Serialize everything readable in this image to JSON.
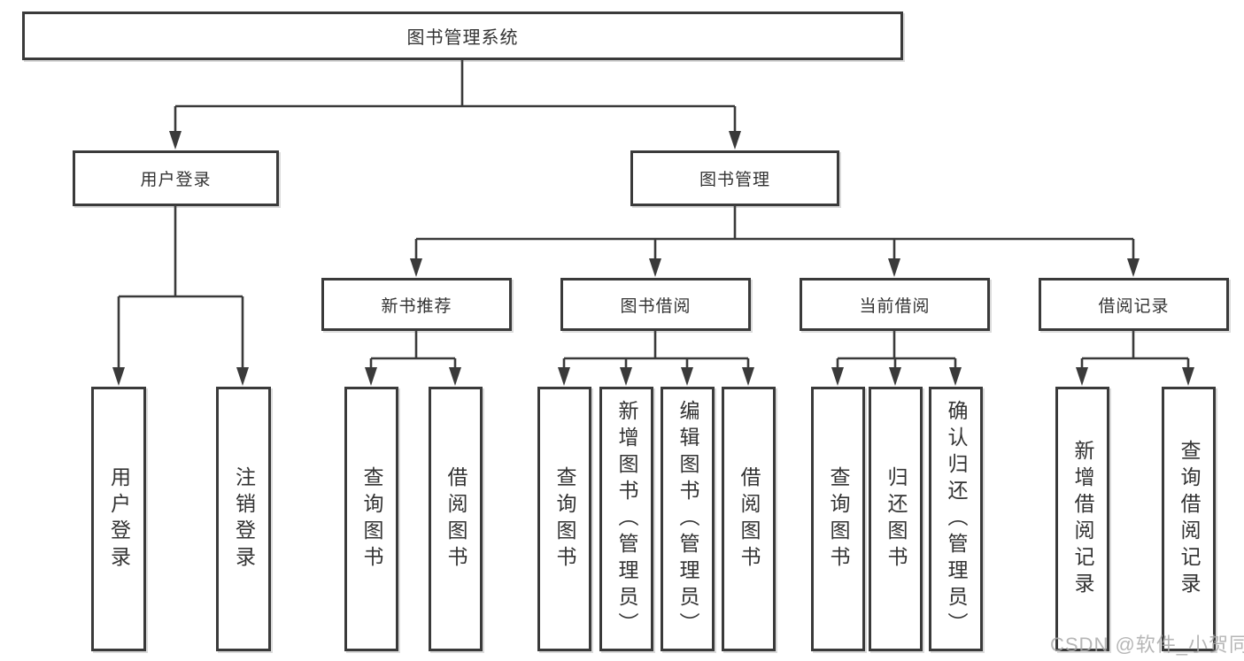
{
  "diagram": {
    "root_label": "图书管理系统",
    "branches": [
      {
        "label": "用户登录",
        "children": [
          "用户登录",
          "注销登录"
        ]
      },
      {
        "label": "图书管理",
        "modules": [
          {
            "label": "新书推荐",
            "children": [
              "查询图书",
              "借阅图书"
            ]
          },
          {
            "label": "图书借阅",
            "children": [
              "查询图书",
              "新增图书（管理员）",
              "编辑图书（管理员）",
              "借阅图书"
            ]
          },
          {
            "label": "当前借阅",
            "children": [
              "查询图书",
              "归还图书",
              "确认归还（管理员）"
            ]
          },
          {
            "label": "借阅记录",
            "children": [
              "新增借阅记录",
              "查询借阅记录"
            ]
          }
        ]
      }
    ]
  },
  "watermark": {
    "text": "CSDN @软件_小贺同学",
    "color": "#aaaaaa"
  },
  "colors": {
    "line": "#3a3a3a",
    "border": "#3a3a3a",
    "text": "#333333",
    "background": "#ffffff"
  }
}
